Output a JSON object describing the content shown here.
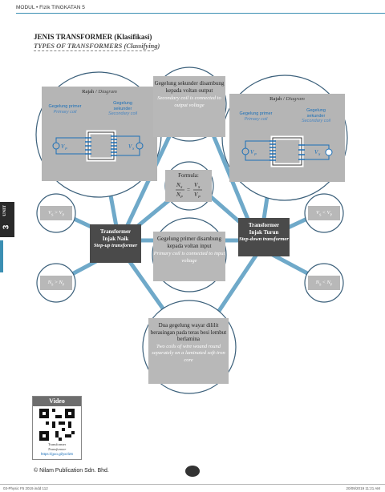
{
  "header": {
    "text": "MODUL • Fizik TINGKATAN 5"
  },
  "title": {
    "main": "JENIS TRANSFORMER (Klasifikasi)",
    "sub": "TYPES OF TRANSFORMERS (Classifying)"
  },
  "unit_tab": {
    "word": "UNIT",
    "number": "3"
  },
  "diagram_left": {
    "title": "Rajah",
    "title_en": "Diagram",
    "primary": "Gegelung primer",
    "primary_en": "Primary coil",
    "secondary": "Gegelung sekunder",
    "secondary_en": "Secondary coil",
    "vp": "V",
    "vp_sub": "P",
    "vs": "V",
    "vs_sub": "S"
  },
  "diagram_right": {
    "title": "Rajah",
    "title_en": "Diagram",
    "primary": "Gegelung primer",
    "primary_en": "Primary coil",
    "secondary": "Gegelung sekunder",
    "secondary_en": "Secondary coil",
    "vp": "V",
    "vp_sub": "P",
    "vs": "V",
    "vs_sub": "S"
  },
  "top_center": {
    "text": "Gegelung sekunder disambung kepada voltan output",
    "text_en": "Secondary coil is connected to output voltage"
  },
  "formula": {
    "label": "Formula:",
    "n_s": "N",
    "n_s_sub": "S",
    "n_p": "N",
    "n_p_sub": "P",
    "v_s": "V",
    "v_s_sub": "S",
    "v_p": "V",
    "v_p_sub": "P",
    "equals": "="
  },
  "mid_center": {
    "text": "Gegelung primer disambung kepada voltan input",
    "text_en": "Primary coil is connected to input voltage"
  },
  "bottom_center": {
    "text": "Dua gegelung wayar dililit berasingan pada teras besi lembut berlamina",
    "text_en": "Two coils of wire wound round separately on a laminated soft-iron core"
  },
  "hub_left": {
    "line1": "Transformer",
    "line2": "Injak Naik",
    "en": "Step-up transformer"
  },
  "hub_right": {
    "line1": "Transformer",
    "line2": "Injak Turun",
    "en": "Step-down transformer"
  },
  "side_left_top": {
    "a": "V",
    "a_sub": "S",
    "op": ">",
    "b": "V",
    "b_sub": "P"
  },
  "side_left_bottom": {
    "a": "N",
    "a_sub": "S",
    "op": ">",
    "b": "N",
    "b_sub": "P"
  },
  "side_right_top": {
    "a": "V",
    "a_sub": "S",
    "op": "<",
    "b": "V",
    "b_sub": "P"
  },
  "side_right_bottom": {
    "a": "N",
    "a_sub": "S",
    "op": "<",
    "b": "N",
    "b_sub": "P"
  },
  "video": {
    "label": "Video",
    "caption": "Transformer",
    "caption_en": "Transformer",
    "url": "https://goo.gl/yxzl2S"
  },
  "footer": {
    "publisher": "© Nilam Publication Sdn. Bhd."
  },
  "print_line": {
    "left": "03-Physic F5 2019.indd 112",
    "right": "20/09/2019 11:21 AM"
  },
  "colors": {
    "accent": "#3b8fb3",
    "connector": "#6fa9c9",
    "circle_edge": "#3a5f7a",
    "box_grey": "#b5b5b5",
    "hub_dark": "#4a4a4a"
  }
}
